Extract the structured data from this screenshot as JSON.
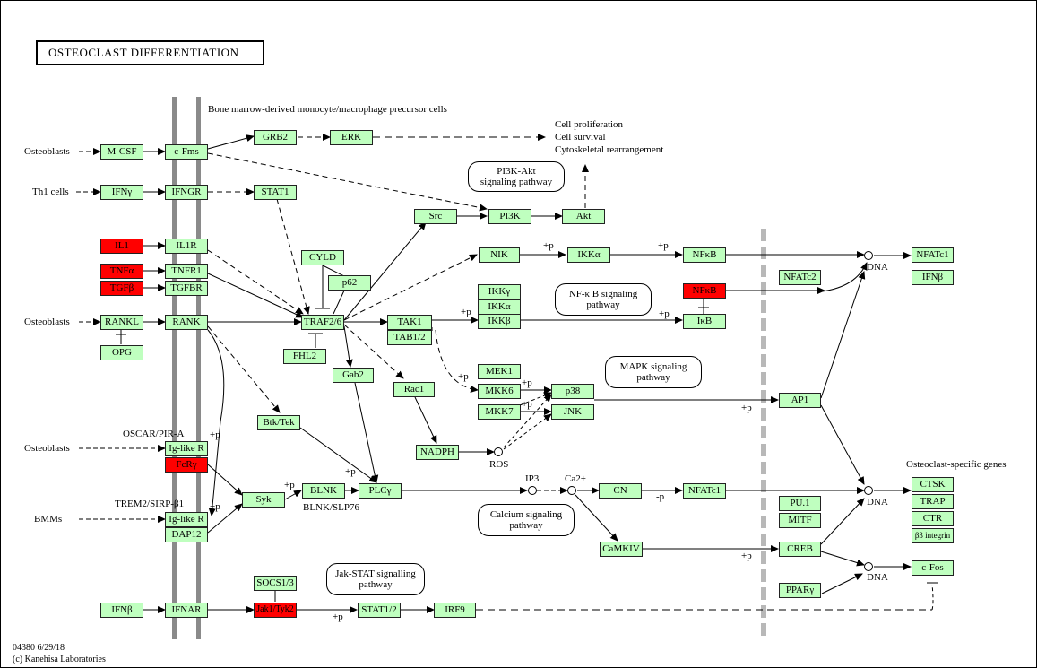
{
  "title": "OSTEOCLAST DIFFERENTIATION",
  "header_note": "Bone marrow-derived monocyte/macrophage precursor cells",
  "footer": {
    "id": "04380 6/29/18",
    "copyright": "(c) Kanehisa Laboratories"
  },
  "nodes": {
    "mcsf": "M-CSF",
    "cfms": "c-Fms",
    "grb2": "GRB2",
    "erk": "ERK",
    "ifng": "IFNγ",
    "ifngr": "IFNGR",
    "stat1": "STAT1",
    "src": "Src",
    "pi3k": "PI3K",
    "akt": "Akt",
    "il1": "IL1",
    "il1r": "IL1R",
    "tnfa": "TNFα",
    "tnfr1": "TNFR1",
    "tgfb": "TGFβ",
    "tgfbr": "TGFBR",
    "rankl": "RANKL",
    "rank": "RANK",
    "opg": "OPG",
    "cyld": "CYLD",
    "p62": "p62",
    "traf26": "TRAF2/6",
    "fhl2": "FHL2",
    "nik": "NIK",
    "ikka_top": "IKKα",
    "nfkb_top": "NFκB",
    "ikkg": "IKKγ",
    "ikka": "IKKα",
    "ikkb": "IKKβ",
    "nfkb_red": "NFκB",
    "ikb": "IκB",
    "tak1": "TAK1",
    "tab12": "TAB1/2",
    "gab2": "Gab2",
    "rac1": "Rac1",
    "mek1": "MEK1",
    "mkk6": "MKK6",
    "mkk7": "MKK7",
    "p38": "p38",
    "jnk": "JNK",
    "nadph": "NADPH",
    "btktek": "Btk/Tek",
    "iglike1": "Ig-like R",
    "fcrg": "FcRγ",
    "syk": "Syk",
    "blnk": "BLNK",
    "plcg": "PLCγ",
    "iglike2": "Ig-like R",
    "dap12": "DAP12",
    "cn": "CN",
    "nfatc1_mid": "NFATc1",
    "camkiv": "CaMKIV",
    "ap1": "AP1",
    "creb": "CREB",
    "pu1": "PU.1",
    "mitf": "MITF",
    "ppary": "PPARγ",
    "nfatc2": "NFATc2",
    "nfatc1_r": "NFATc1",
    "ifnb_r": "IFNβ",
    "ctsk": "CTSK",
    "trap": "TRAP",
    "ctr": "CTR",
    "b3int": "β3 integrin",
    "cfos": "c-Fos",
    "ifnb_l": "IFNβ",
    "ifnar": "IFNAR",
    "socs": "SOCS1/3",
    "jak": "Jak1/Tyk2",
    "stat12": "STAT1/2",
    "irf9": "IRF9"
  },
  "labels": {
    "osteoblasts1": "Osteoblasts",
    "th1": "Th1 cells",
    "osteoblasts2": "Osteoblasts",
    "osteoblasts3": "Osteoblasts",
    "bmms": "BMMs",
    "oscar": "OSCAR/PIR-A",
    "trem2": "TREM2/SIRP-β1",
    "blnk_slp": "BLNK/SLP76",
    "ros": "ROS",
    "ip3": "IP3",
    "ca2": "Ca2+",
    "outcome1": "Cell proliferation",
    "outcome2": "Cell survival",
    "outcome3": "Cytoskeletal rearrangement",
    "osteoclast_genes": "Osteoclast-specific genes",
    "dna1": "DNA",
    "dna2": "DNA",
    "dna3": "DNA",
    "p_ikka": "+p",
    "p_nfkb": "+p",
    "p_ikkb": "+p",
    "p_ikb": "+p",
    "p_mkk6": "+p",
    "p_p38": "+p",
    "p_jnk": "+p",
    "p_ap1": "+p",
    "p_fcrg": "+p",
    "p_dap12": "+p",
    "p_blnk": "+p",
    "p_plcg": "+p",
    "p_creb": "+p",
    "p_stat": "+p",
    "m_p": "-p"
  },
  "pathways": {
    "pi3k_akt": "PI3K-Akt\nsignaling pathway",
    "nfkb": "NF-κ B signaling\npathway",
    "mapk": "MAPK signaling\npathway",
    "calcium": "Calcium signaling\npathway",
    "jakstat": "Jak-STAT signalling\npathway"
  },
  "colors": {
    "gene": "#bfffbf",
    "highlight": "#ff0000",
    "membrane": "#8a8a8a"
  }
}
